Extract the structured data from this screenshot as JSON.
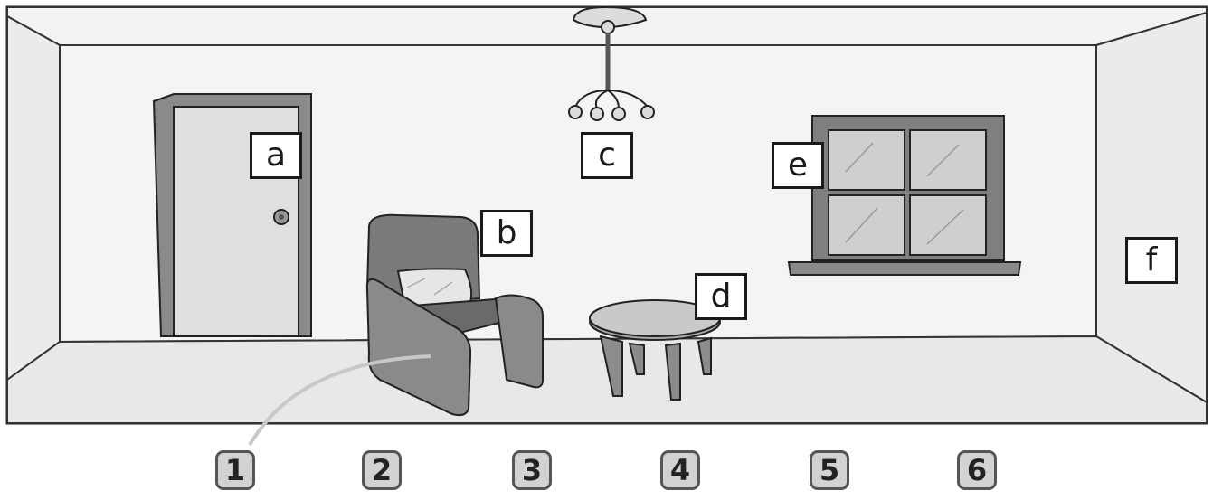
{
  "labels": {
    "a": "a",
    "b": "b",
    "c": "c",
    "d": "d",
    "e": "e",
    "f": "f"
  },
  "numbers": [
    "1",
    "2",
    "3",
    "4",
    "5",
    "6"
  ]
}
